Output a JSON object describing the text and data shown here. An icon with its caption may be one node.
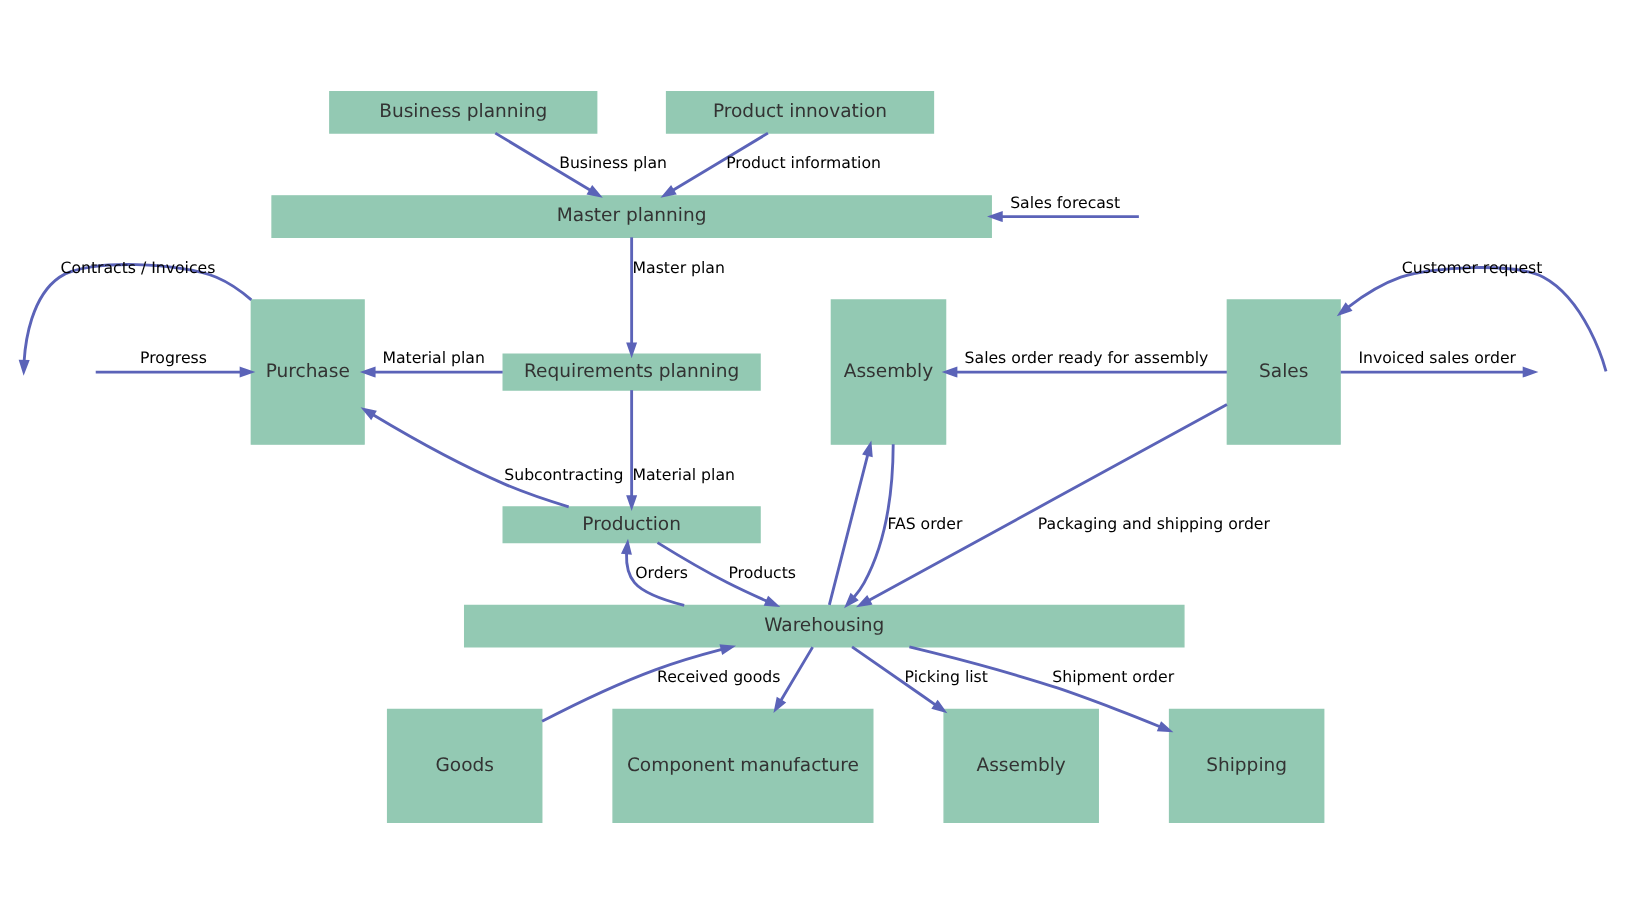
{
  "diagram": {
    "nodes": [
      {
        "text": [
          "Business planning"
        ]
      },
      {
        "text": [
          "Product innovation"
        ]
      },
      {
        "text": [
          "Master planning"
        ]
      },
      {
        "text": [
          "Purchase"
        ]
      },
      {
        "text": [
          "Requirements planning"
        ]
      },
      {
        "text": [
          "Production"
        ]
      },
      {
        "text": [
          "Assembly"
        ]
      },
      {
        "text": [
          "Sales"
        ]
      },
      {
        "text": [
          "Warehousing"
        ]
      },
      {
        "text": [
          "Goods"
        ]
      },
      {
        "text": [
          "Component manufacture"
        ]
      },
      {
        "text": [
          "Assembly"
        ]
      },
      {
        "text": [
          "Shipping"
        ]
      }
    ],
    "edges": [
      {
        "from": 0,
        "to": 2,
        "arrow": "to",
        "label": "Business plan"
      },
      {
        "from": 1,
        "to": 2,
        "arrow": "to",
        "label": "Product information"
      },
      {
        "from": null,
        "to": 2,
        "arrow": "to",
        "label": "Sales forecast"
      },
      {
        "from": 2,
        "to": 4,
        "arrow": "to",
        "label": "Master plan"
      },
      {
        "from": 4,
        "to": 3,
        "arrow": "to",
        "label": "Material plan"
      },
      {
        "from": 3,
        "to": null,
        "arrow": "to",
        "label": "Contracts / Invoices"
      },
      {
        "from": null,
        "to": 3,
        "arrow": "to",
        "label": "Progress"
      },
      {
        "from": 4,
        "to": 5,
        "arrow": "to",
        "label": "Material plan"
      },
      {
        "from": 5,
        "to": 3,
        "arrow": "to",
        "label": "Subcontracting"
      },
      {
        "from": 5,
        "to": 8,
        "arrow": "to",
        "label": "Products"
      },
      {
        "from": 8,
        "to": 5,
        "arrow": "to",
        "label": "Orders"
      },
      {
        "from": 7,
        "to": 6,
        "arrow": "to",
        "label": "Sales order ready for assembly"
      },
      {
        "from": null,
        "to": 7,
        "arrow": "to",
        "label": "Customer request"
      },
      {
        "from": 7,
        "to": null,
        "arrow": "to",
        "label": "Invoiced sales order"
      },
      {
        "from": 8,
        "to": 6,
        "arrow": "to"
      },
      {
        "from": 6,
        "to": 8,
        "arrow": "to",
        "label": "FAS order"
      },
      {
        "from": 7,
        "to": 8,
        "arrow": "to",
        "label": "Packaging and shipping order"
      },
      {
        "from": 9,
        "to": 8,
        "arrow": "to",
        "label": "Received goods"
      },
      {
        "from": 8,
        "to": 10,
        "arrow": "to"
      },
      {
        "from": 8,
        "to": 11,
        "arrow": "to",
        "label": "Picking list"
      },
      {
        "from": 8,
        "to": 12,
        "arrow": "to",
        "label": "Shipment order"
      }
    ]
  }
}
